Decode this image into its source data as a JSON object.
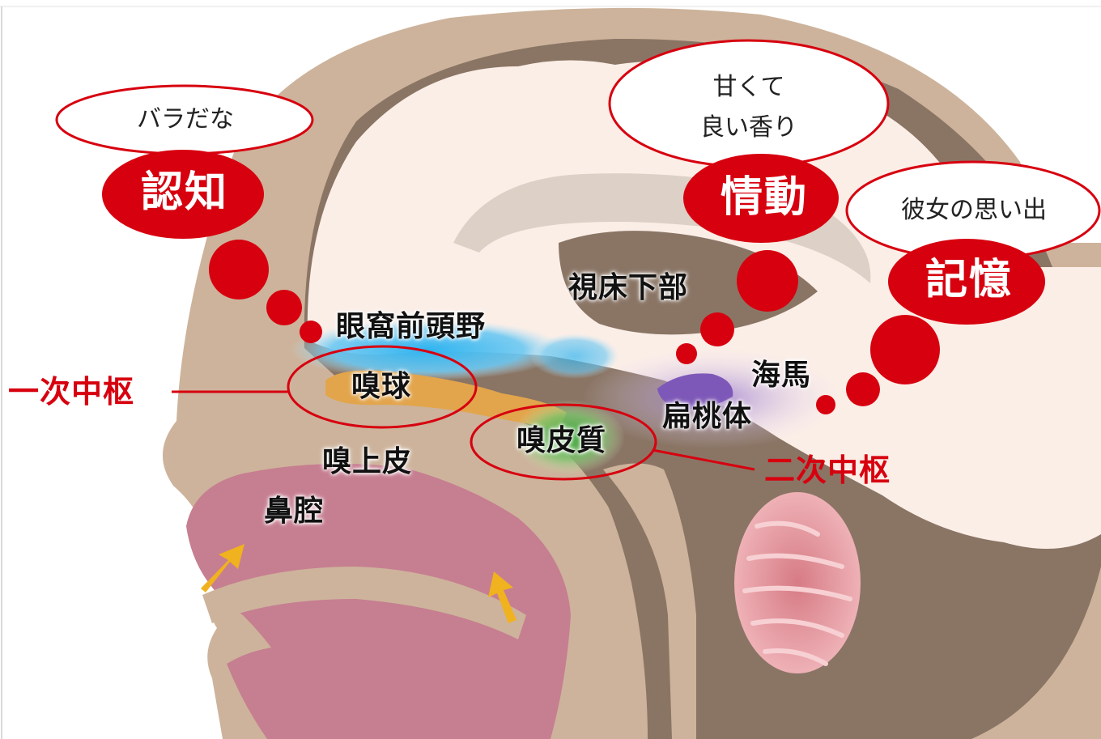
{
  "colors": {
    "accent_red": "#d7000f",
    "head_outline": "#cdb39b",
    "skull": "#8a7565",
    "brain": "#fbeee7",
    "nasal_cavity": "#c67e91",
    "olfactory_bulb": "#e2a54c",
    "orbitofrontal": "#46b6ec",
    "olfactory_cortex": "#3aa83a",
    "amygdala": "#8a5fbf",
    "cerebellum": "#e29aa0",
    "arrow": "#f0b21e"
  },
  "icons": [
    "upward-arrow-icon",
    "upward-arrow-icon",
    "thought-dot-icon"
  ],
  "thoughts": {
    "cognition": "バラだな",
    "emotion_line1": "甘くて",
    "emotion_line2": "良い香り",
    "memory": "彼女の思い出"
  },
  "badges": {
    "cognition": "認知",
    "emotion": "情動",
    "memory": "記憶"
  },
  "regions": {
    "orbitofrontal": "眼窩前頭野",
    "hypothalamus": "視床下部",
    "hippocampus": "海馬",
    "amygdala": "扁桃体",
    "olfactory_bulb": "嗅球",
    "olfactory_cortex": "嗅皮質",
    "olfactory_epithelium": "嗅上皮",
    "nasal_cavity": "鼻腔"
  },
  "centers": {
    "primary": "一次中枢",
    "secondary": "二次中枢"
  }
}
